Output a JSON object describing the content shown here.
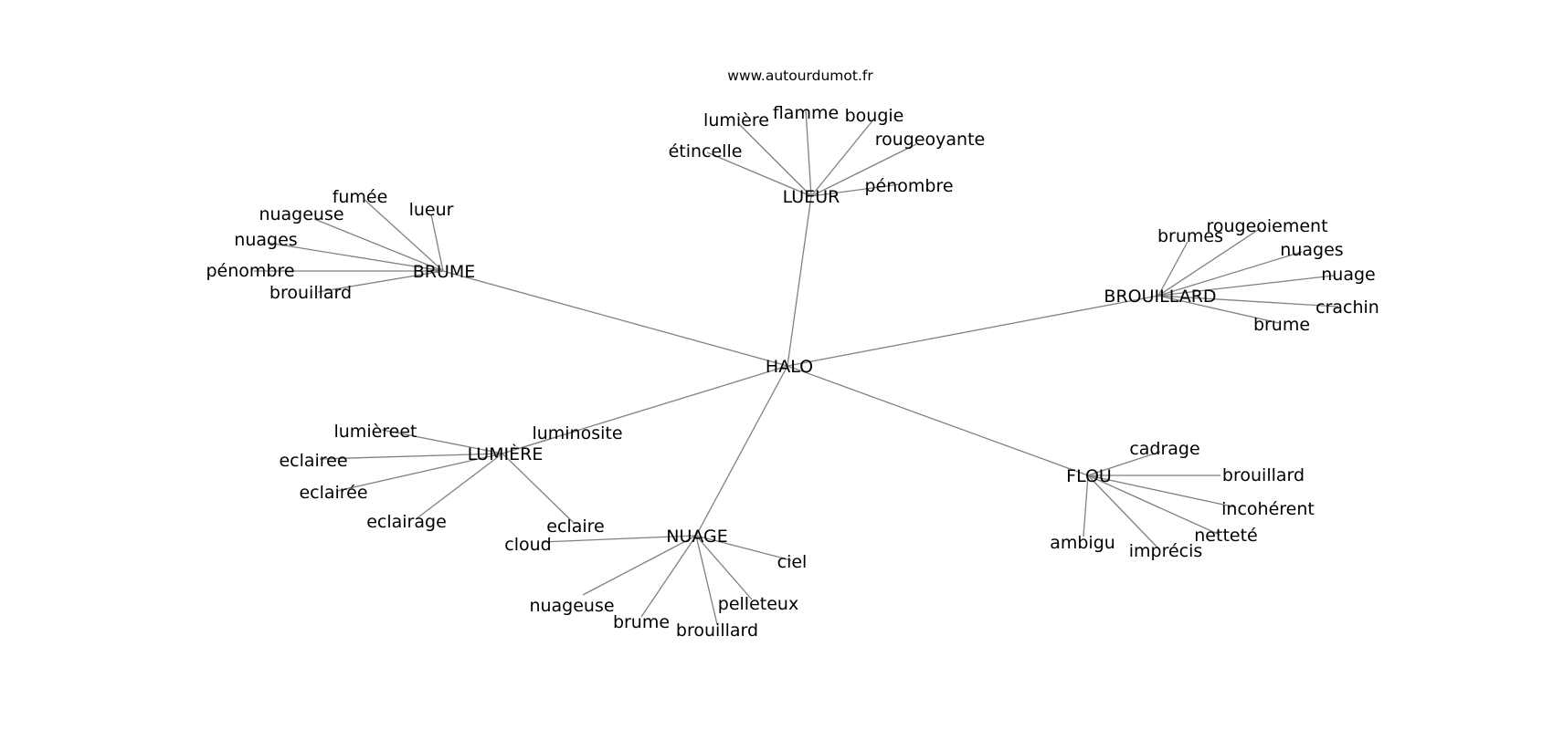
{
  "source_label": "www.autourdumot.fr",
  "center": {
    "id": "halo",
    "label": "HALO"
  },
  "hubs": [
    {
      "id": "lueur",
      "label": "LUEUR",
      "leaves": [
        {
          "id": "lueur-etincelle",
          "label": "étincelle"
        },
        {
          "id": "lueur-lumiere",
          "label": "lumière"
        },
        {
          "id": "lueur-flamme",
          "label": "flamme"
        },
        {
          "id": "lueur-bougie",
          "label": "bougie"
        },
        {
          "id": "lueur-rougeoyante",
          "label": "rougeoyante"
        },
        {
          "id": "lueur-penombre",
          "label": "pénombre"
        }
      ]
    },
    {
      "id": "brume",
      "label": "BRUME",
      "leaves": [
        {
          "id": "brume-fumee",
          "label": "fumée"
        },
        {
          "id": "brume-lueur",
          "label": "lueur"
        },
        {
          "id": "brume-nuageuse",
          "label": "nuageuse"
        },
        {
          "id": "brume-nuages",
          "label": "nuages"
        },
        {
          "id": "brume-penombre",
          "label": "pénombre"
        },
        {
          "id": "brume-brouillard",
          "label": "brouillard"
        }
      ]
    },
    {
      "id": "brouillard",
      "label": "BROUILLARD",
      "leaves": [
        {
          "id": "brouillard-brumes",
          "label": "brumes"
        },
        {
          "id": "brouillard-rougeoiement",
          "label": "rougeoiement"
        },
        {
          "id": "brouillard-nuages",
          "label": "nuages"
        },
        {
          "id": "brouillard-nuage",
          "label": "nuage"
        },
        {
          "id": "brouillard-crachin",
          "label": "crachin"
        },
        {
          "id": "brouillard-brume",
          "label": "brume"
        }
      ]
    },
    {
      "id": "lumiere",
      "label": "LUMIÈRE",
      "leaves": [
        {
          "id": "lumiere-lumiereet",
          "label": "lumièreet"
        },
        {
          "id": "lumiere-luminosite",
          "label": "luminosite"
        },
        {
          "id": "lumiere-eclairee1",
          "label": "eclairee"
        },
        {
          "id": "lumiere-eclairee2",
          "label": "eclairée"
        },
        {
          "id": "lumiere-eclairage",
          "label": "eclairage"
        },
        {
          "id": "lumiere-eclaire",
          "label": "eclaire"
        }
      ]
    },
    {
      "id": "nuage",
      "label": "NUAGE",
      "leaves": [
        {
          "id": "nuage-cloud",
          "label": "cloud"
        },
        {
          "id": "nuage-ciel",
          "label": "ciel"
        },
        {
          "id": "nuage-nuageuse",
          "label": "nuageuse"
        },
        {
          "id": "nuage-pelleteux",
          "label": "pelleteux"
        },
        {
          "id": "nuage-brume",
          "label": "brume"
        },
        {
          "id": "nuage-brouillard",
          "label": "brouillard"
        }
      ]
    },
    {
      "id": "flou",
      "label": "FLOU",
      "leaves": [
        {
          "id": "flou-cadrage",
          "label": "cadrage"
        },
        {
          "id": "flou-brouillard",
          "label": "brouillard"
        },
        {
          "id": "flou-incoherent",
          "label": "incohérent"
        },
        {
          "id": "flou-nettete",
          "label": "netteté"
        },
        {
          "id": "flou-ambigu",
          "label": "ambigu"
        },
        {
          "id": "flou-imprecis",
          "label": "imprécis"
        }
      ]
    }
  ]
}
